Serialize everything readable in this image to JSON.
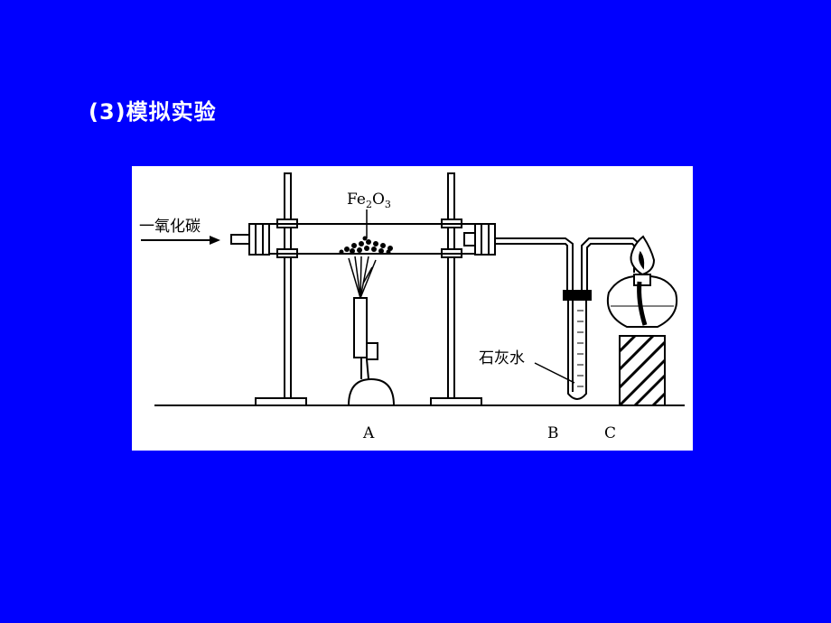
{
  "slide": {
    "title": "(3)模拟实验",
    "background_color": "#0000FF",
    "text_color": "#FFFFFF"
  },
  "diagram": {
    "gas_label": "一氧化碳",
    "reagent_label": "Fe",
    "reagent_sub1": "2",
    "reagent_mid": "O",
    "reagent_sub2": "3",
    "solution_label": "石灰水",
    "part_a": "A",
    "part_b": "B",
    "part_c": "C"
  }
}
